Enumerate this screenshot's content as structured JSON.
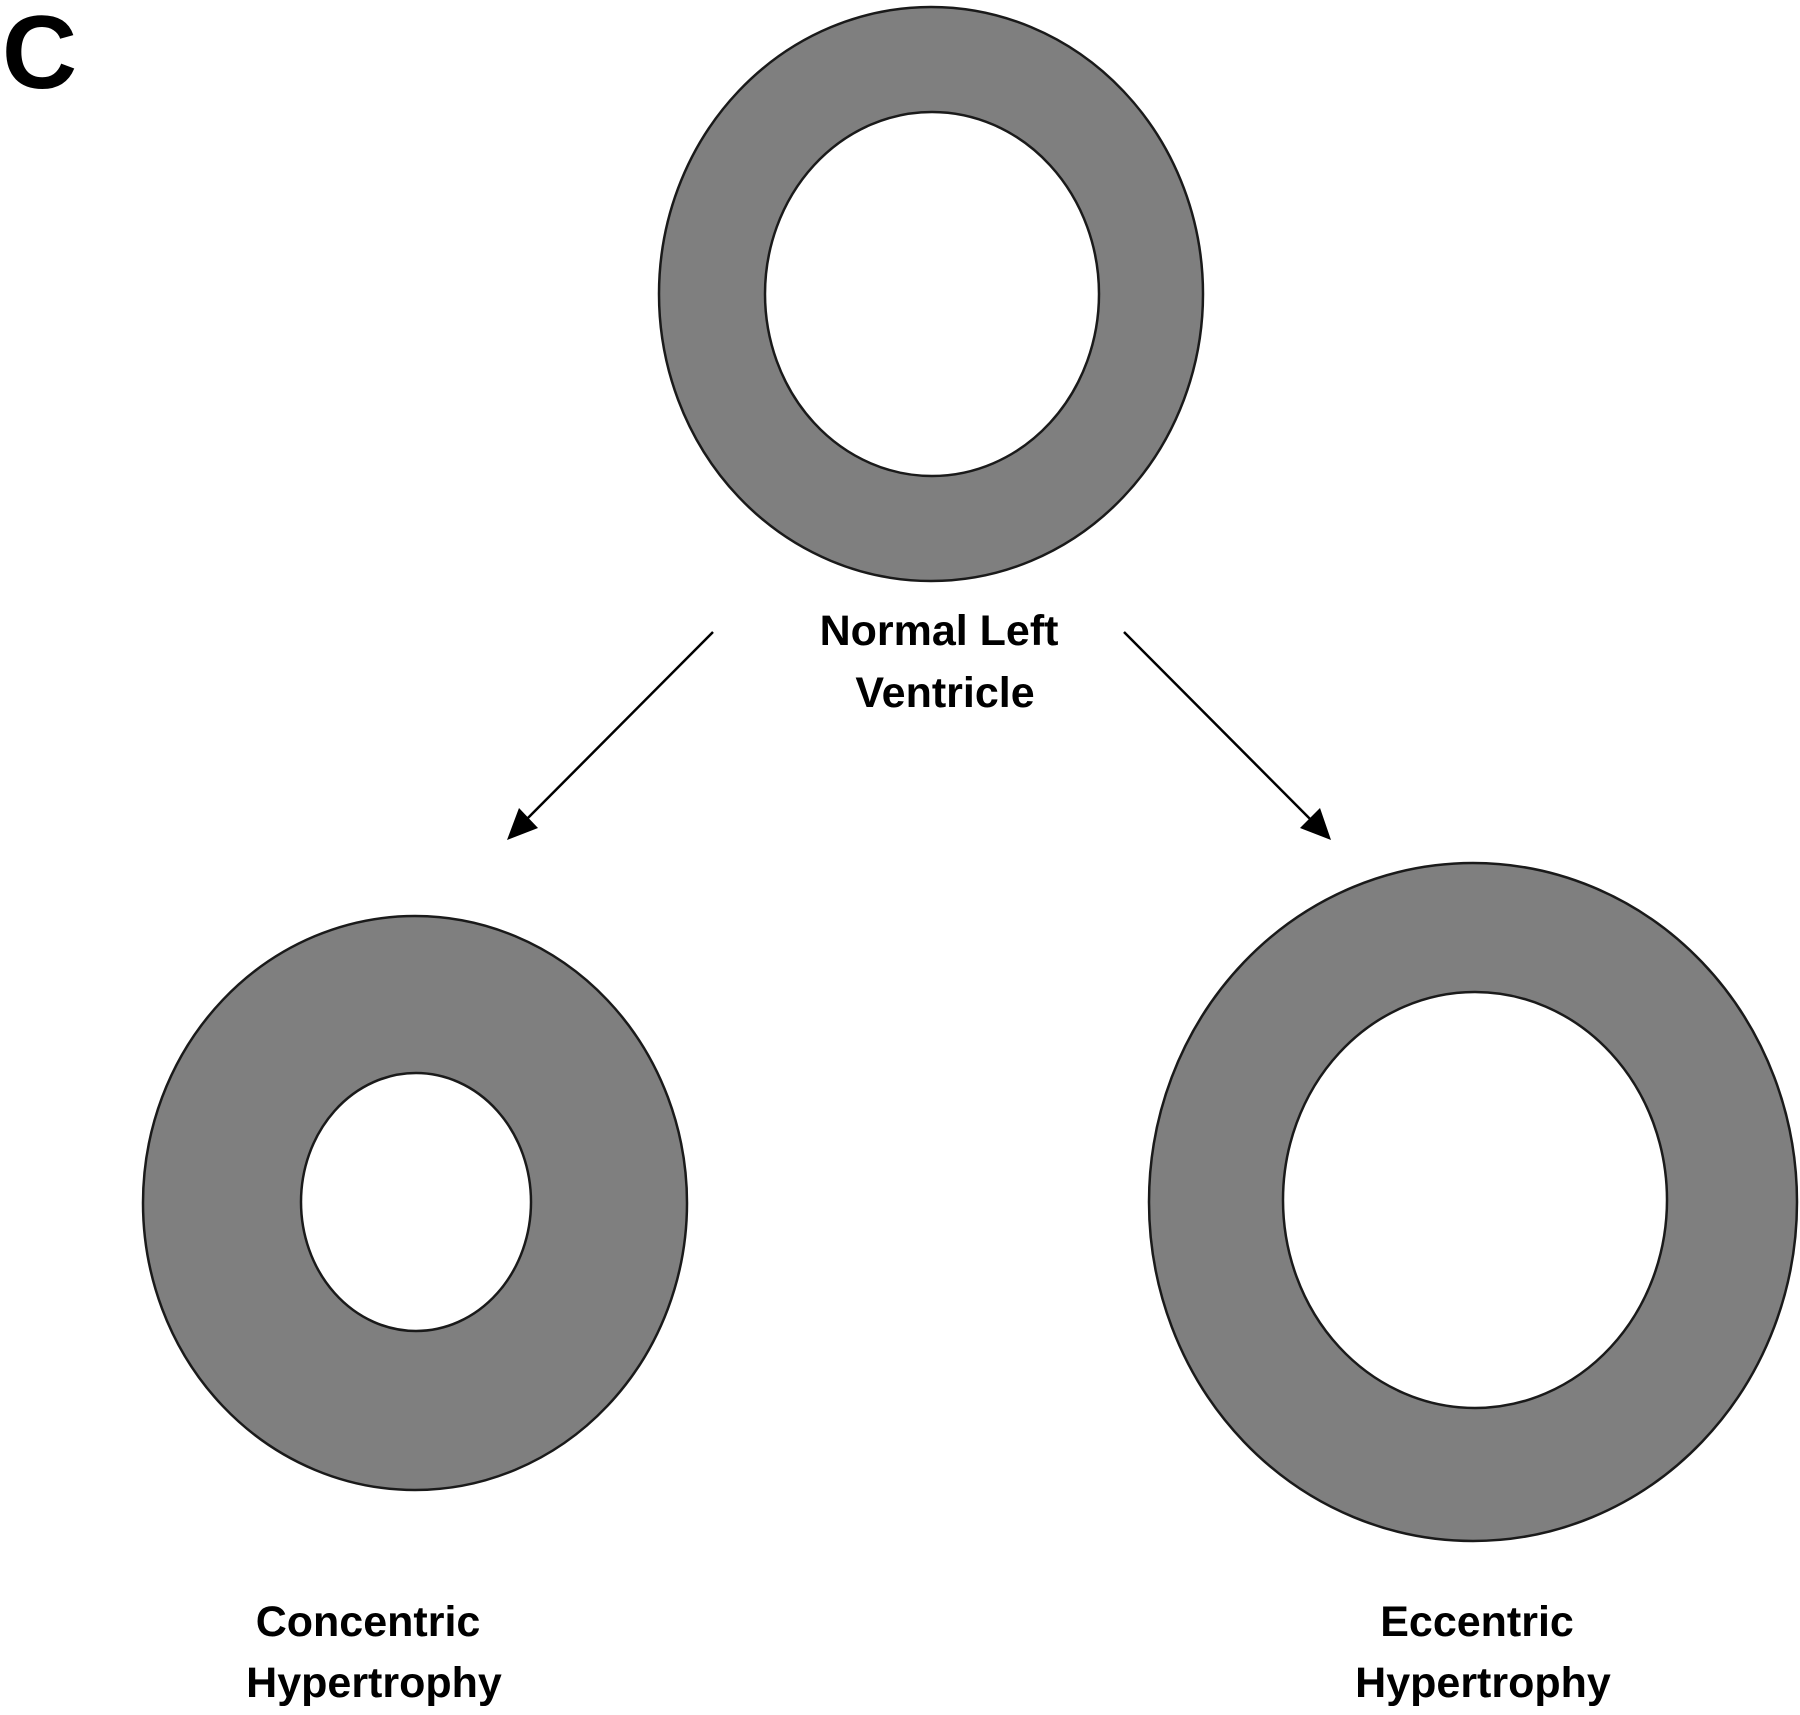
{
  "figure": {
    "panel_letter": "C",
    "ring_color": "#7f7f7f",
    "outline_color": "#1a1a1a",
    "background": "#ffffff",
    "nodes": [
      {
        "id": "normal",
        "label_lines": [
          "Normal Left",
          "Ventricle"
        ],
        "relative_wall_thickness": "normal",
        "cavity_size": "normal"
      },
      {
        "id": "concentric",
        "label_lines": [
          "Concentric",
          "Hypertrophy"
        ],
        "relative_wall_thickness": "increased",
        "cavity_size": "reduced"
      },
      {
        "id": "eccentric",
        "label_lines": [
          "Eccentric",
          "Hypertrophy"
        ],
        "relative_wall_thickness": "normal",
        "cavity_size": "enlarged"
      }
    ],
    "edges": [
      {
        "from": "normal",
        "to": "concentric"
      },
      {
        "from": "normal",
        "to": "eccentric"
      }
    ]
  }
}
